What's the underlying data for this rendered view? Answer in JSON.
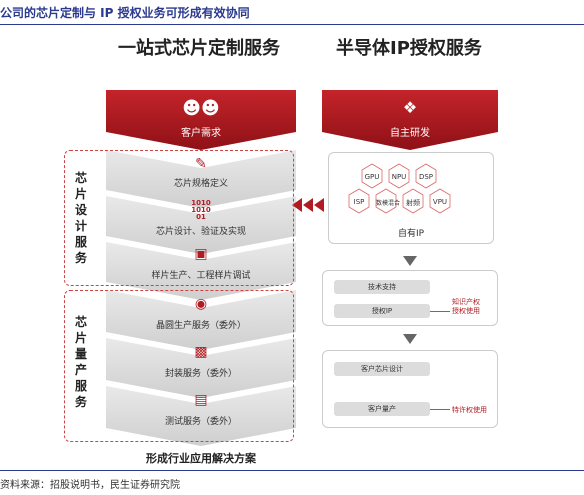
{
  "title": "公司的芯片定制与 IP 授权业务可形成有效协同",
  "left": {
    "heading": "一站式芯片定制服务",
    "top_label": "客户需求",
    "design_group_label": "芯片设计服务",
    "design_steps": [
      "芯片规格定义",
      "芯片设计、验证及实现",
      "样片生产、工程样片调试"
    ],
    "binary_text": [
      "1010",
      "1010",
      "01"
    ],
    "mass_group_label": "芯片量产服务",
    "mass_steps": [
      "晶圆生产服务（委外）",
      "封装服务（委外）",
      "测试服务（委外）"
    ],
    "result": "形成行业应用解决方案"
  },
  "right": {
    "heading": "半导体IP授权服务",
    "top_label": "自主研发",
    "ip_cells": [
      "GPU",
      "NPU",
      "DSP",
      "ISP",
      "数模混合",
      "射频",
      "VPU"
    ],
    "ip_caption": "自有IP",
    "box1": {
      "step1": "技术支持",
      "step2": "授权IP",
      "side": [
        "知识产权",
        "授权使用"
      ]
    },
    "box2": {
      "step1": "客户芯片设计",
      "step2": "客户量产",
      "side": "特许权使用"
    }
  },
  "footer": "资料来源：招股说明书，民生证券研究院",
  "colors": {
    "brand_red": "#b01c22",
    "dark_red": "#8e1116",
    "title_blue": "#2b3a8f",
    "dash_red": "#cc4444",
    "grey": "#d8d8d8"
  }
}
